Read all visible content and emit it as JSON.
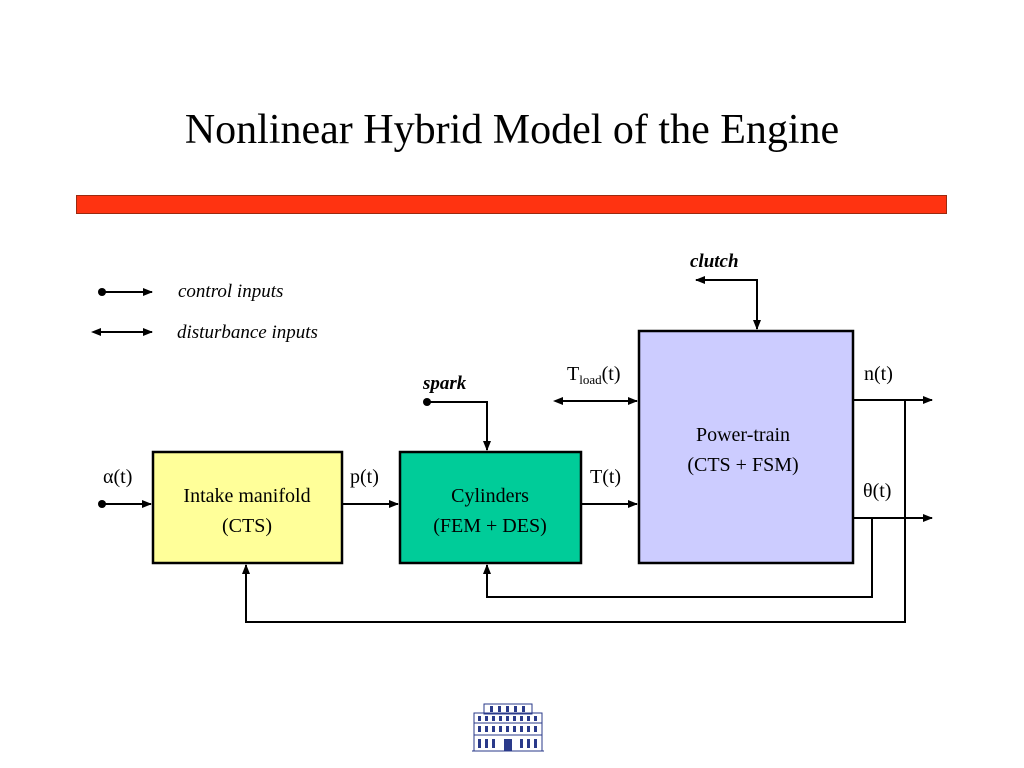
{
  "title": "Nonlinear Hybrid Model of the Engine",
  "colors": {
    "title_bar": "#ff3311",
    "intake_fill": "#ffff99",
    "cylinders_fill": "#00cc99",
    "powertrain_fill": "#ccccff"
  },
  "legend": {
    "control": "control inputs",
    "disturbance": "disturbance inputs"
  },
  "blocks": {
    "intake": {
      "line1": "Intake manifold",
      "line2": "(CTS)"
    },
    "cylinders": {
      "line1": "Cylinders",
      "line2": "(FEM + DES)"
    },
    "powertrain": {
      "line1": "Power-train",
      "line2": "(CTS + FSM)"
    }
  },
  "signals": {
    "alpha": "α(t)",
    "pressure": "p(t)",
    "torque": "T(t)",
    "tload_main": "T",
    "tload_sub": "load",
    "tload_suffix": "(t)",
    "speed": "n(t)",
    "theta": "θ(t)",
    "spark": "spark",
    "clutch": "clutch"
  },
  "logo_icon": "building-logo-icon"
}
